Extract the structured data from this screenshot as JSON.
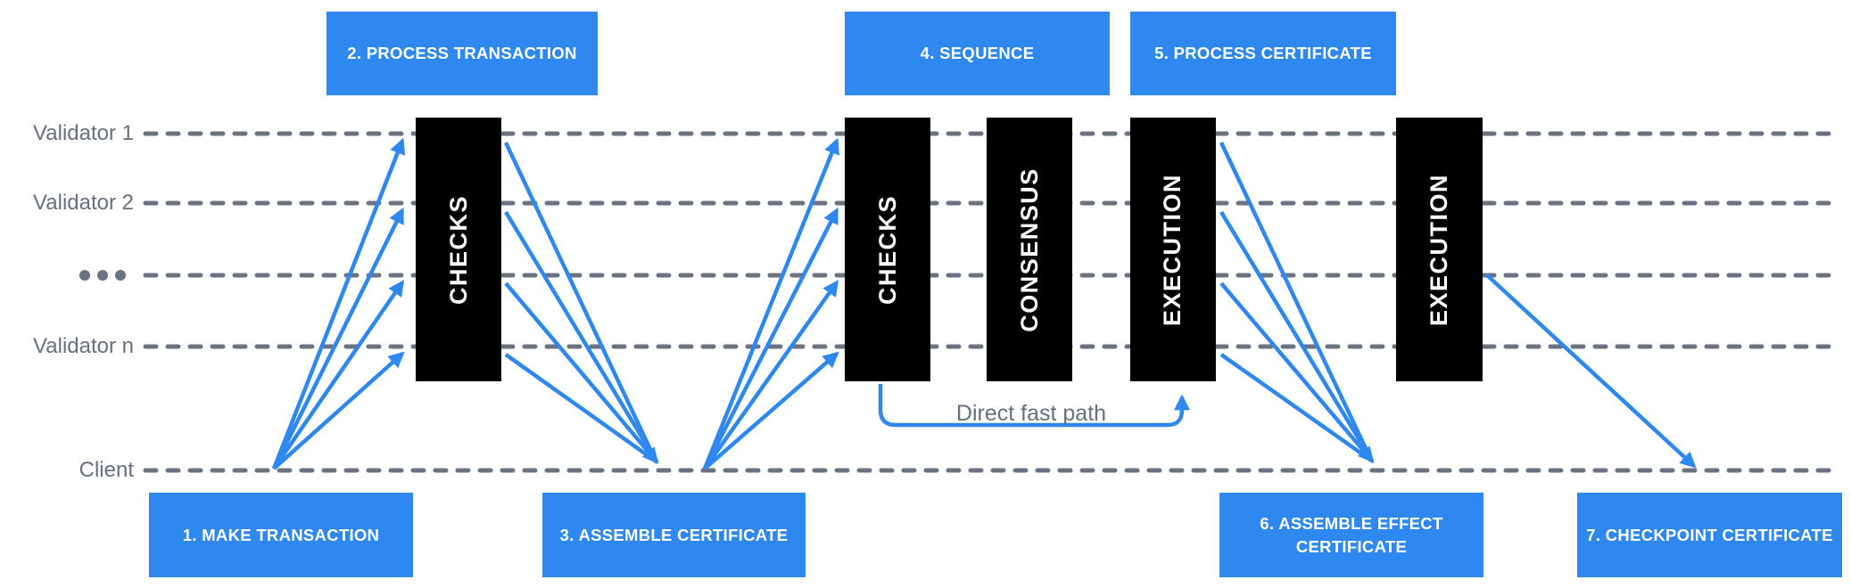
{
  "colors": {
    "accent": "#2f88f0",
    "ink": "#000000",
    "lane": "#6b7280",
    "label": "#66707f",
    "bg": "#ffffff"
  },
  "lanes": [
    {
      "label": "Validator 1"
    },
    {
      "label": "Validator 2"
    },
    {
      "label": "•••"
    },
    {
      "label": "Validator n"
    },
    {
      "label": "Client"
    }
  ],
  "stages": [
    {
      "label": "CHECKS"
    },
    {
      "label": "CHECKS"
    },
    {
      "label": "CONSENSUS"
    },
    {
      "label": "EXECUTION"
    },
    {
      "label": "EXECUTION"
    }
  ],
  "top_steps": [
    {
      "label": "2. PROCESS TRANSACTION"
    },
    {
      "label": "4. SEQUENCE"
    },
    {
      "label": "5. PROCESS CERTIFICATE"
    }
  ],
  "bottom_steps": [
    {
      "label": "1. MAKE TRANSACTION"
    },
    {
      "label": "3. ASSEMBLE CERTIFICATE"
    },
    {
      "label": "6. ASSEMBLE EFFECT CERTIFICATE"
    },
    {
      "label": "7. CHECKPOINT CERTIFICATE"
    }
  ],
  "annotations": {
    "fast_path": "Direct fast path"
  }
}
